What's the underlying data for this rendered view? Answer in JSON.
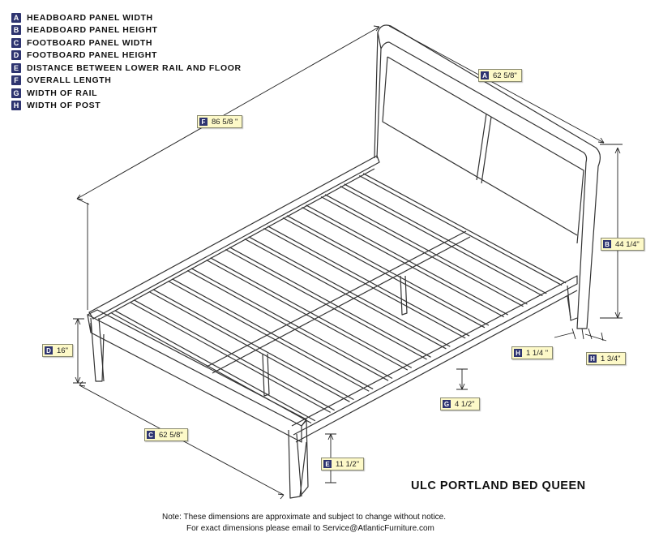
{
  "legend": [
    {
      "key": "A",
      "text": "HEADBOARD PANEL WIDTH"
    },
    {
      "key": "B",
      "text": "HEADBOARD PANEL HEIGHT"
    },
    {
      "key": "C",
      "text": "FOOTBOARD PANEL WIDTH"
    },
    {
      "key": "D",
      "text": "FOOTBOARD PANEL HEIGHT"
    },
    {
      "key": "E",
      "text": "DISTANCE BETWEEN LOWER RAIL AND FLOOR"
    },
    {
      "key": "F",
      "text": "OVERALL LENGTH"
    },
    {
      "key": "G",
      "text": "WIDTH OF RAIL"
    },
    {
      "key": "H",
      "text": "WIDTH OF POST"
    }
  ],
  "dimensions": {
    "a": {
      "key": "A",
      "value": "62 5/8\""
    },
    "b": {
      "key": "B",
      "value": "44 1/4\""
    },
    "c": {
      "key": "C",
      "value": "62 5/8\""
    },
    "d": {
      "key": "D",
      "value": "16\""
    },
    "e": {
      "key": "E",
      "value": "11 1/2\""
    },
    "f": {
      "key": "F",
      "value": "86 5/8 \""
    },
    "g": {
      "key": "G",
      "value": "4 1/2\""
    },
    "h1": {
      "key": "H",
      "value": "1 1/4 \""
    },
    "h2": {
      "key": "H",
      "value": "1 3/4\""
    }
  },
  "title": "ULC PORTLAND BED QUEEN",
  "note": {
    "line1": "Note: These dimensions are approximate and subject to change without notice.",
    "line2": "For exact dimensions please email to Service@AtlanticFurniture.com"
  },
  "colors": {
    "key_badge": "#2e3470",
    "label_bg": "#fdf9c8",
    "line": "#333333"
  }
}
